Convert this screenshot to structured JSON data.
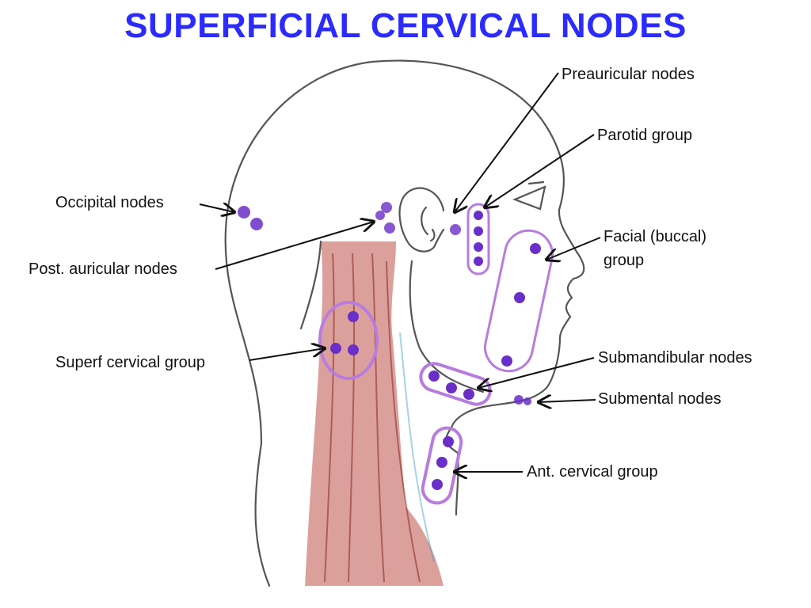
{
  "title": "SUPERFICIAL CERVICAL NODES",
  "colors": {
    "title": "#2b2bff",
    "outline": "#555555",
    "node_fill": "#6a2fc8",
    "group_ring": "#b77ce0",
    "muscle": "#c0524a",
    "text": "#111111"
  },
  "labels": {
    "preauricular": "Preauricular nodes",
    "parotid": "Parotid group",
    "occipital": "Occipital nodes",
    "facial_line1": "Facial (buccal)",
    "facial_line2": "group",
    "post_auricular": "Post. auricular nodes",
    "superf_cervical": "Superf cervical group",
    "submandibular": "Submandibular nodes",
    "submental": "Submental nodes",
    "ant_cervical": "Ant. cervical group"
  }
}
